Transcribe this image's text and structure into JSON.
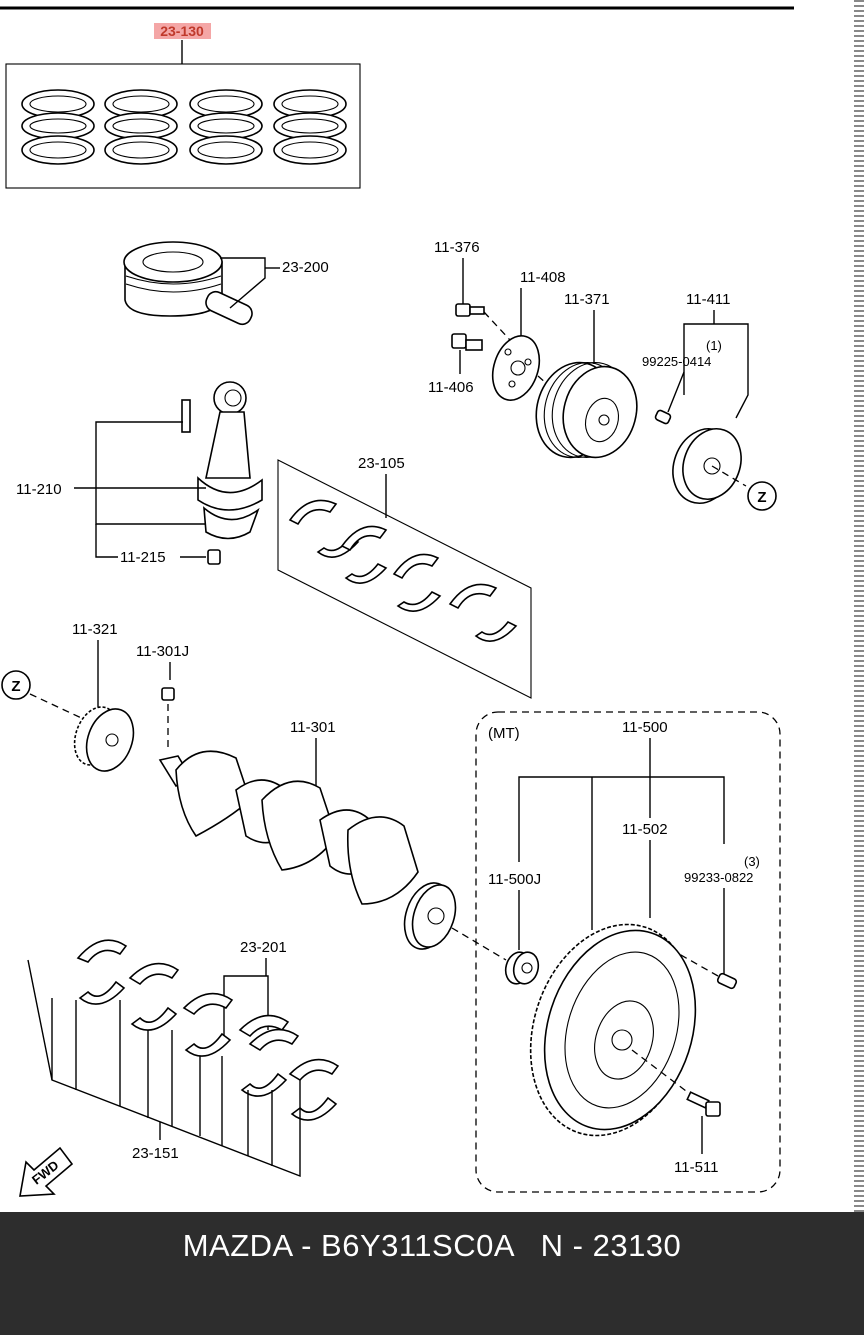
{
  "diagram": {
    "labels": {
      "highlight": "23-130",
      "piston": "23-200",
      "bolt_top": "11-376",
      "plate": "11-408",
      "pulley": "11-371",
      "pulley_kit": "11-411",
      "qty_key": "(1)",
      "key_part": "99225-0414",
      "bolt": "11-406",
      "conrod": "11-210",
      "conrod_nut": "11-215",
      "bearing_set": "23-105",
      "z_top": "Z",
      "sprocket": "11-321",
      "crank_key": "11-301J",
      "z_left": "Z",
      "crankshaft": "11-301",
      "mt": "(MT)",
      "flywheel_assy": "11-500",
      "flywheel": "11-502",
      "pilot_bearing": "11-500J",
      "qty_pin": "(3)",
      "pin_part": "99233-0822",
      "thrust_bearing": "23-201",
      "main_bearing": "23-151",
      "fwd": "FWD",
      "flywheel_bolt": "11-511"
    }
  },
  "footer": {
    "text": "MAZDA - B6Y311SC0A   N - 23130"
  },
  "colors": {
    "highlight": "#c0392b",
    "footer_bg": "#2d2d2d",
    "footer_fg": "#ffffff"
  }
}
